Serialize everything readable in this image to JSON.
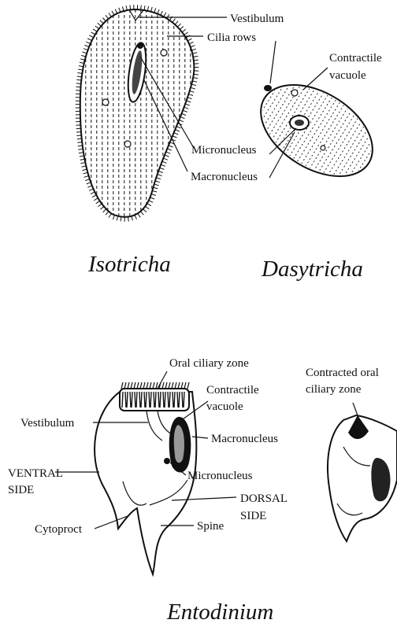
{
  "colors": {
    "ink": "#111111",
    "background": "#ffffff"
  },
  "organisms": {
    "isotricha": {
      "name": "Isotricha",
      "labels": {
        "vestibulum": "Vestibulum",
        "cilia_rows": "Cilia rows",
        "micronucleus": "Micronucleus",
        "macronucleus": "Macronucleus"
      }
    },
    "dasytricha": {
      "name": "Dasytricha",
      "labels": {
        "contractile_vacuole_1": "Contractile",
        "contractile_vacuole_2": "vacuole"
      }
    },
    "entodinium": {
      "name": "Entodinium",
      "labels": {
        "oral_ciliary_zone": "Oral ciliary zone",
        "contractile_vacuole_1": "Contractile",
        "contractile_vacuole_2": "vacuole",
        "vestibulum": "Vestibulum",
        "macronucleus": "Macronucleus",
        "ventral_side_1": "VENTRAL",
        "ventral_side_2": "SIDE",
        "micronucleus": "Micronucleus",
        "dorsal_side_1": "DORSAL",
        "dorsal_side_2": "SIDE",
        "cytoproct": "Cytoproct",
        "spine": "Spine",
        "contracted_oral_1": "Contracted oral",
        "contracted_oral_2": "ciliary zone"
      }
    }
  }
}
